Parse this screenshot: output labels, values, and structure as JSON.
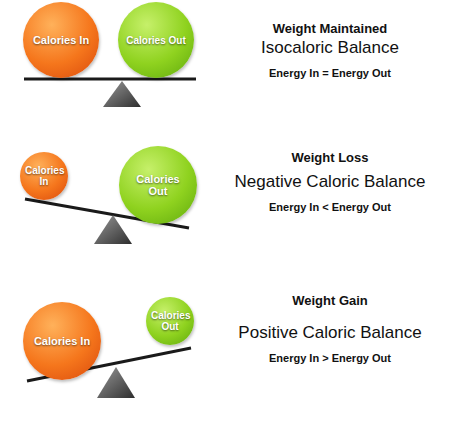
{
  "diagram": {
    "nodes": [
      {
        "text": [
          "Calories In"
        ]
      },
      {
        "text": [
          "Calories Out"
        ]
      },
      {
        "text": [
          "Calories In"
        ]
      },
      {
        "text": [
          "Calories Out"
        ]
      },
      {
        "text": [
          "Calories In"
        ]
      },
      {
        "text": [
          "Calories Out"
        ]
      }
    ],
    "labels": [
      "Weight Maintained",
      "Isocaloric Balance",
      "Energy In = Energy Out",
      "Weight Loss",
      "Negative Caloric Balance",
      "Energy In < Energy Out",
      "Weight Gain",
      "Positive Caloric Balance",
      "Energy In > Energy Out"
    ]
  }
}
